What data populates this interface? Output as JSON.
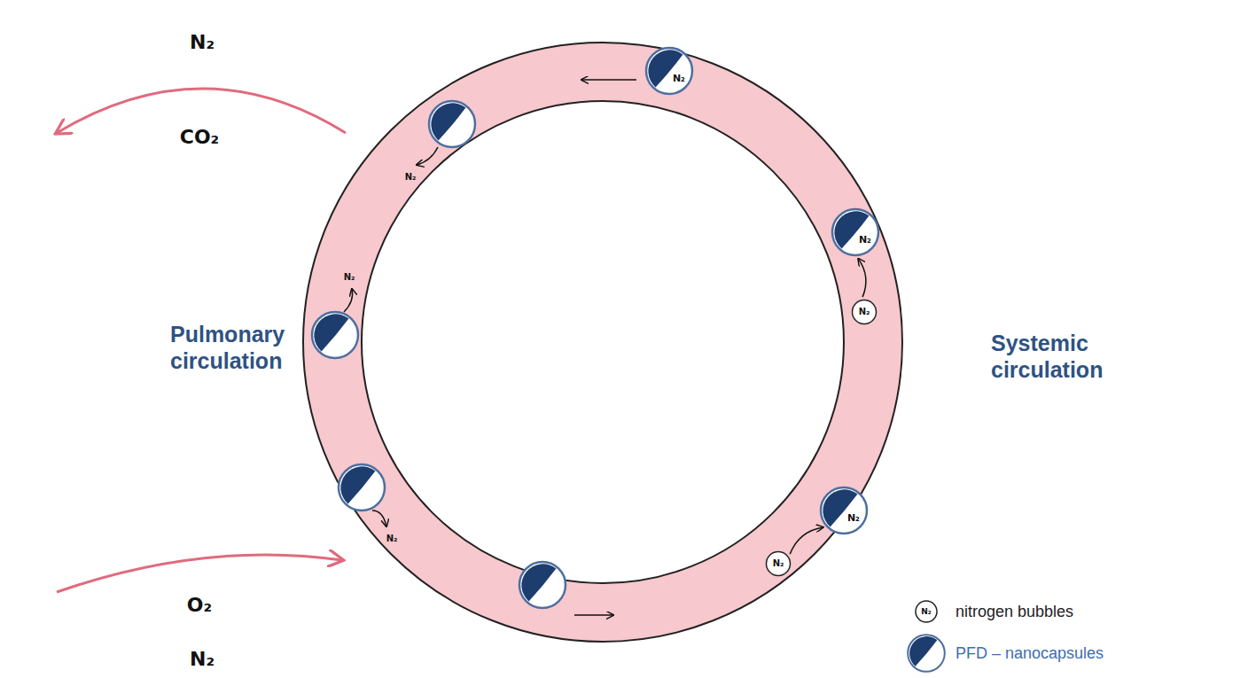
{
  "diagram": {
    "nodes": [
      {
        "text": [
          "N₂"
        ]
      },
      {
        "text": [
          "N₂"
        ]
      },
      {
        "text": [
          "N₂"
        ]
      },
      {
        "text": [
          "N₂"
        ]
      },
      {
        "text": [
          "N₂"
        ]
      }
    ],
    "edges": [
      {
        "from": 2,
        "to": 1,
        "arrow": "to"
      },
      {
        "from": 4,
        "to": 3,
        "arrow": "to"
      }
    ],
    "labels": [
      "N₂",
      "CO₂",
      "N₂",
      "N₂",
      "Pulmonary circulation",
      "Systemic circulation",
      "N₂",
      "O₂",
      "N₂",
      "N₂"
    ],
    "legend": [
      {
        "text": "nitrogen bubbles"
      },
      {
        "text": "PFD – nanocapsules"
      }
    ]
  }
}
